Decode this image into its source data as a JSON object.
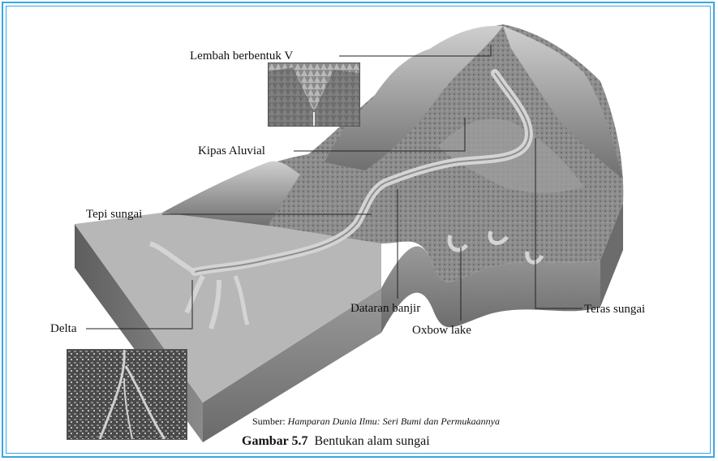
{
  "labels": {
    "lembah": "Lembah berbentuk V",
    "kipas": "Kipas Aluvial",
    "tepi": "Tepi sungai",
    "delta": "Delta",
    "dataran": "Dataran banjir",
    "oxbow": "Oxbow lake",
    "teras": "Teras sungai"
  },
  "source": {
    "prefix": "Sumber: ",
    "title": "Hamparan Dunia Ilmu: Seri Bumi dan Permukaannya"
  },
  "caption": {
    "number": "Gambar 5.7",
    "text": "Bentukan alam sungai"
  },
  "colors": {
    "frame": "#3aa6e0",
    "terrain": "#8c8c8c",
    "river": "#cfcfcf"
  }
}
